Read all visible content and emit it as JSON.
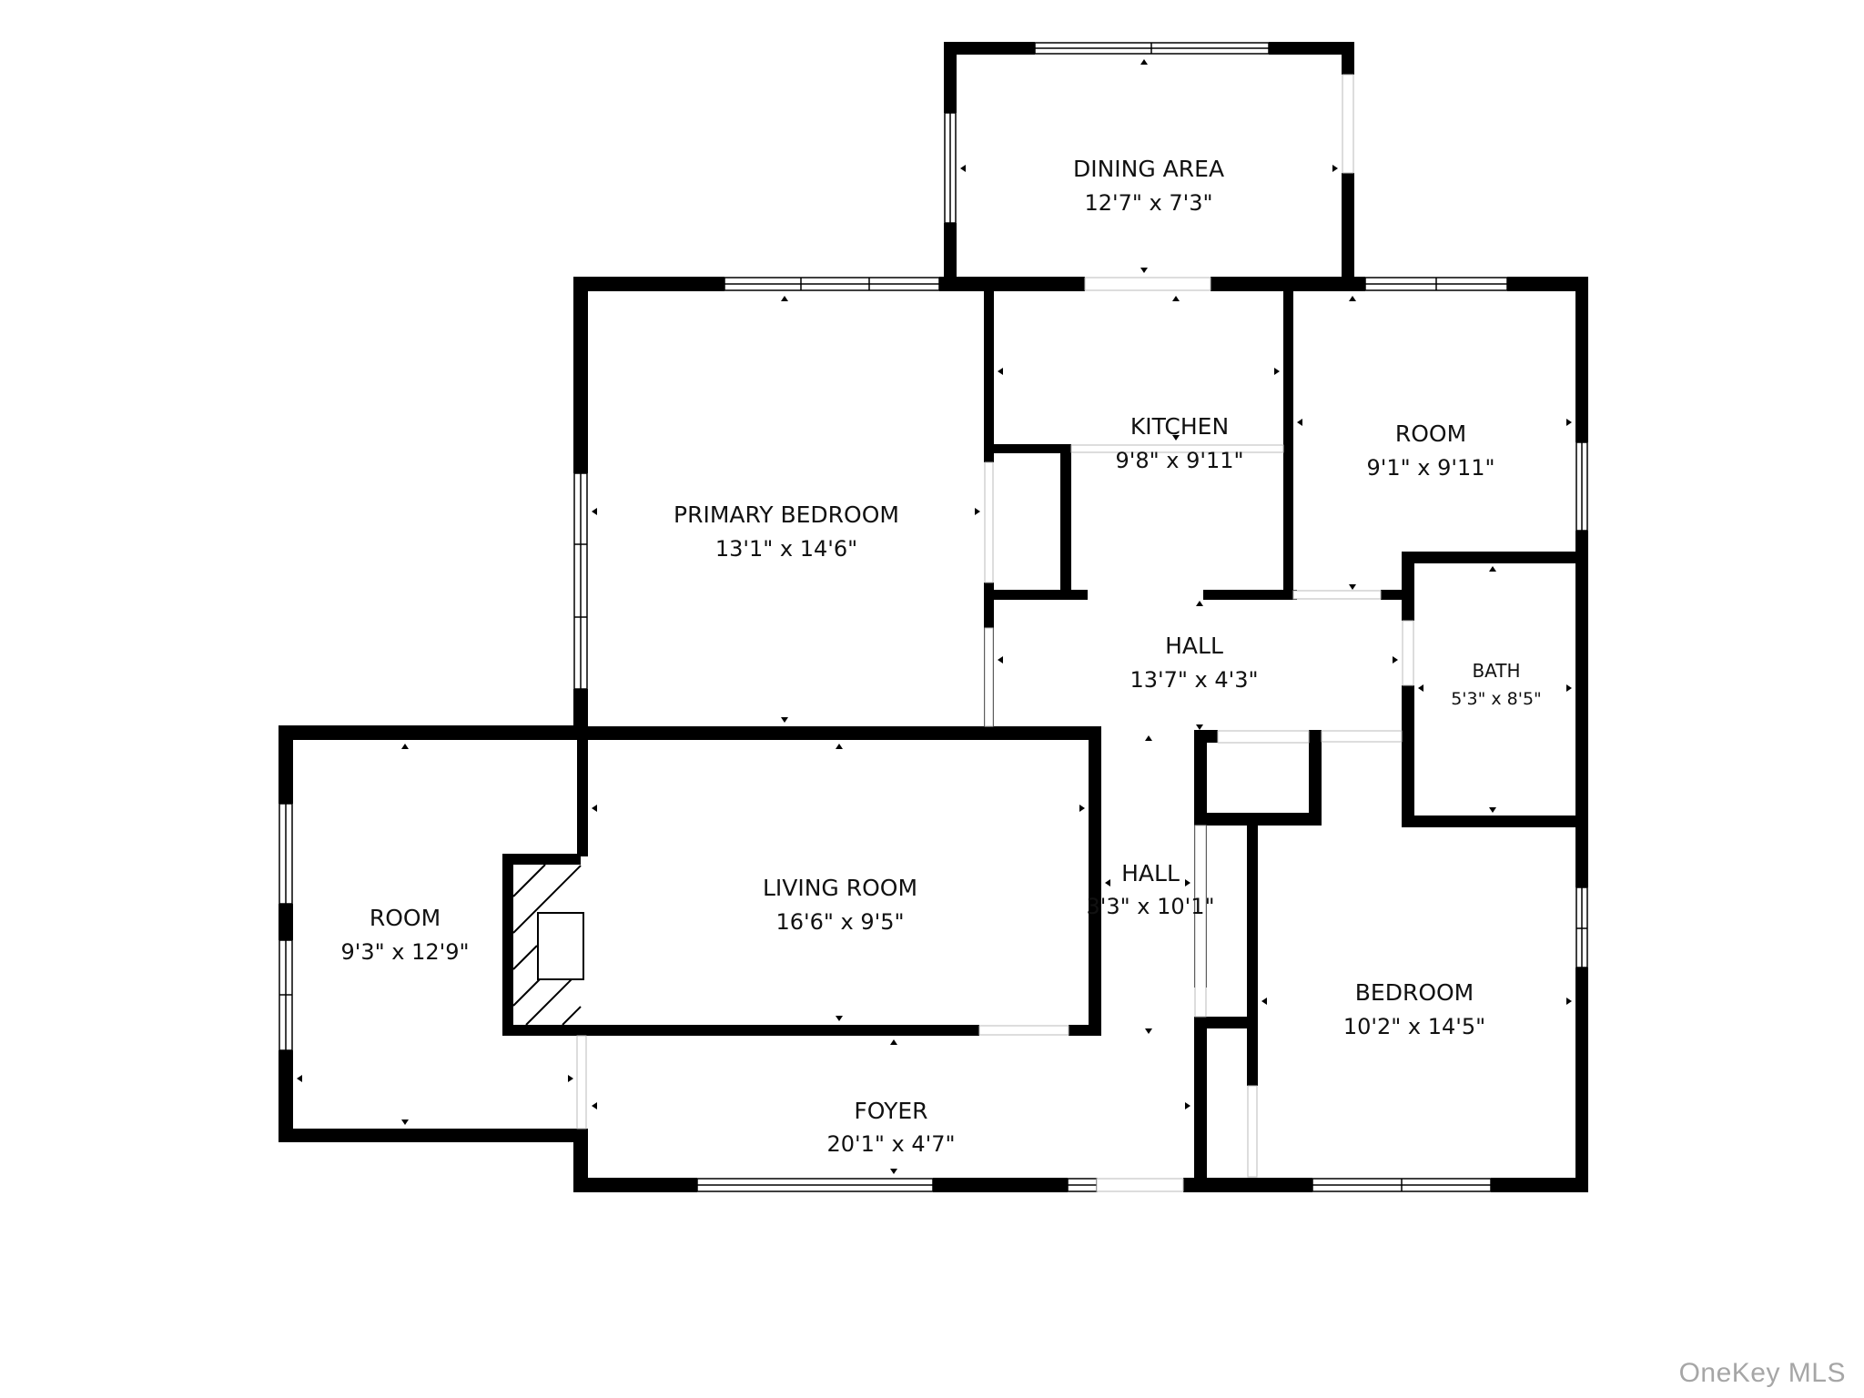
{
  "rooms": {
    "dining": {
      "name": "DINING AREA",
      "dims": "12'7\" x 7'3\""
    },
    "kitchen": {
      "name": "KITCHEN",
      "dims": "9'8\" x 9'11\""
    },
    "room_ne": {
      "name": "ROOM",
      "dims": "9'1\" x 9'11\""
    },
    "primary_bedroom": {
      "name": "PRIMARY BEDROOM",
      "dims": "13'1\" x 14'6\""
    },
    "hall_upper": {
      "name": "HALL",
      "dims": "13'7\" x 4'3\""
    },
    "bath": {
      "name": "BATH",
      "dims": "5'3\" x 8'5\""
    },
    "room_west": {
      "name": "ROOM",
      "dims": "9'3\" x 12'9\""
    },
    "living_room": {
      "name": "LIVING ROOM",
      "dims": "16'6\" x 9'5\""
    },
    "hall_lower": {
      "name": "HALL",
      "dims": "3'3\" x 10'1\""
    },
    "bedroom": {
      "name": "BEDROOM",
      "dims": "10'2\" x 14'5\""
    },
    "foyer": {
      "name": "FOYER",
      "dims": "20'1\" x 4'7\""
    }
  },
  "watermark": "OneKey MLS"
}
